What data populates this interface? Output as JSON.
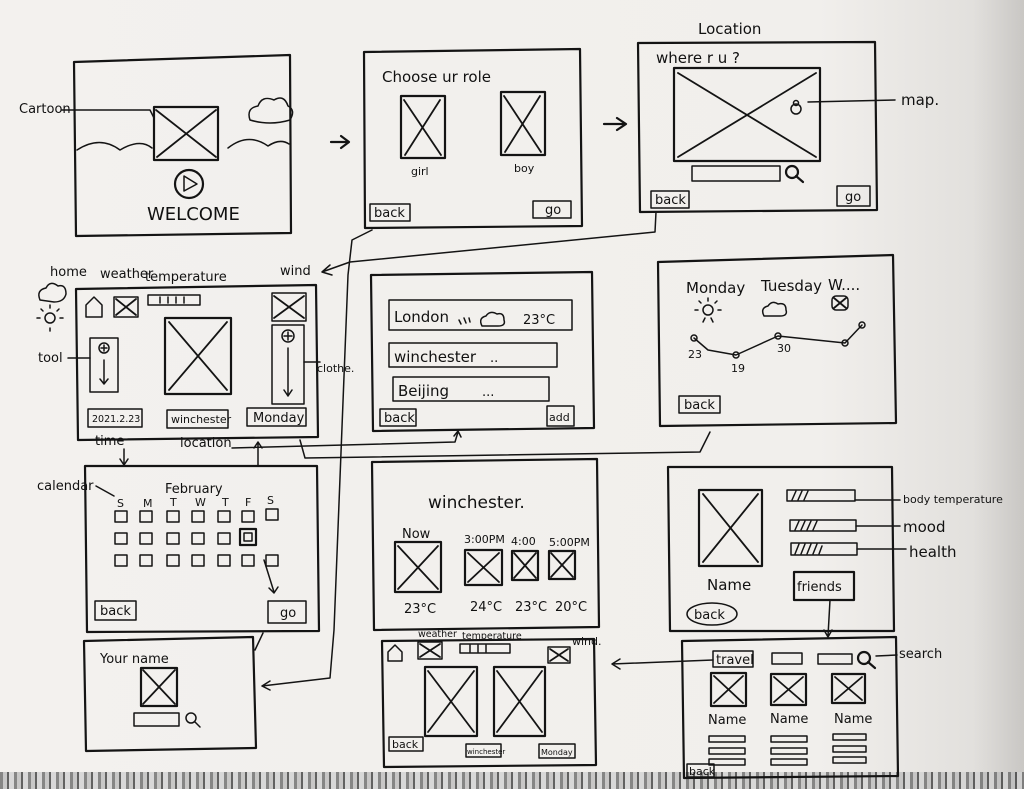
{
  "screens": {
    "welcome": {
      "title": "WELCOME"
    },
    "role": {
      "heading": "Choose ur role",
      "girl": "girl",
      "boy": "boy",
      "back": "back",
      "go": "go"
    },
    "location": {
      "heading": "where r u ?",
      "back": "back",
      "go": "go"
    },
    "home": {
      "date": "2021.2.23",
      "city": "winchester",
      "day": "Monday"
    },
    "cities": {
      "items": [
        {
          "name": "London",
          "detail": "23°C"
        },
        {
          "name": "winchester",
          "detail": ".."
        },
        {
          "name": "Beijing",
          "detail": "..."
        }
      ],
      "back": "back",
      "add": "add"
    },
    "forecast": {
      "days": [
        "Monday",
        "Tuesday",
        "W...."
      ],
      "temps": [
        "23",
        "19",
        "30"
      ],
      "back": "back"
    },
    "calendar": {
      "month": "February",
      "weekdays": [
        "S",
        "M",
        "T",
        "W",
        "T",
        "F",
        "S"
      ],
      "back": "back",
      "go": "go"
    },
    "hourly": {
      "city": "winchester.",
      "times": [
        "Now",
        "3:00PM",
        "4:00",
        "5:00PM"
      ],
      "temps": [
        "23°C",
        "24°C",
        "23°C",
        "20°C"
      ]
    },
    "profile": {
      "name": "Name",
      "friends": "friends",
      "back": "back"
    },
    "your_name": {
      "heading": "Your name"
    },
    "friend_home": {
      "back": "back",
      "city": "winchester",
      "day": "Monday"
    },
    "friends_list": {
      "travel": "travel",
      "names": [
        "Name",
        "Name",
        "Name"
      ],
      "back": "back"
    }
  },
  "annotations": {
    "cartoon": "Cartoon",
    "location": "Location",
    "map": "map.",
    "home": "home",
    "weather": "weather",
    "temperature": "temperature",
    "wind": "wind",
    "tool": "tool",
    "clothe": "clothe.",
    "time": "time",
    "location_small": "location",
    "calendar": "calendar",
    "body_temperature": "body temperature",
    "mood": "mood",
    "health": "health",
    "search": "search",
    "weather2": "weather",
    "temperature2": "temperature",
    "wind2": "wind."
  }
}
